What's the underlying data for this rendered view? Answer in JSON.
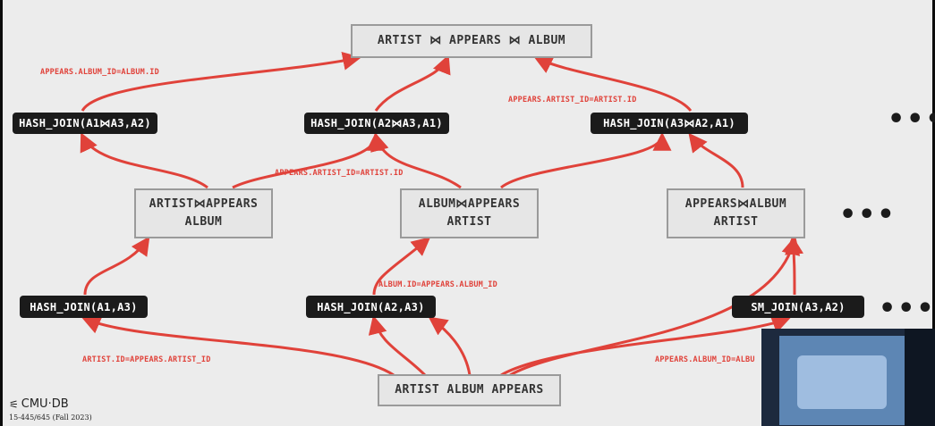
{
  "diagram": {
    "root": {
      "label": "ARTIST ⋈ APPEARS ⋈ ALBUM"
    },
    "base": {
      "label": "ARTIST ALBUM APPEARS"
    },
    "intermediates": [
      {
        "line1": "ARTIST⋈APPEARS",
        "line2": "ALBUM"
      },
      {
        "line1": "ALBUM⋈APPEARS",
        "line2": "ARTIST"
      },
      {
        "line1": "APPEARS⋈ALBUM",
        "line2": "ARTIST"
      }
    ],
    "top_operators": [
      {
        "label": "HASH_JOIN(A1⋈A3,A2)"
      },
      {
        "label": "HASH_JOIN(A2⋈A3,A1)"
      },
      {
        "label": "HASH_JOIN(A3⋈A2,A1)"
      }
    ],
    "bottom_operators": [
      {
        "label": "HASH_JOIN(A1,A3)"
      },
      {
        "label": "HASH_JOIN(A2,A3)"
      },
      {
        "label": "SM_JOIN(A3,A2)"
      }
    ],
    "predicates": {
      "top_left": "APPEARS.ALBUM_ID=ALBUM.ID",
      "top_middle": "APPEARS.ARTIST_ID=ARTIST.ID",
      "top_right": "APPEARS.ARTIST_ID=ARTIST.ID",
      "bottom_left": "ARTIST.ID=APPEARS.ARTIST_ID",
      "bottom_middle": "ALBUM.ID=APPEARS.ALBUM_ID",
      "bottom_right": "APPEARS.ALBUM_ID=ALBU"
    },
    "ellipsis": "•••"
  },
  "footer": {
    "logo_mark": "⚟",
    "logo_text": "CMU·DB",
    "course": "15-445/645 (Fall 2023)"
  },
  "colors": {
    "arrow": "#e0423a",
    "operator_bg": "#1b1b1b",
    "box_bg": "#e6e6e6",
    "box_border": "#9a9a9a"
  }
}
